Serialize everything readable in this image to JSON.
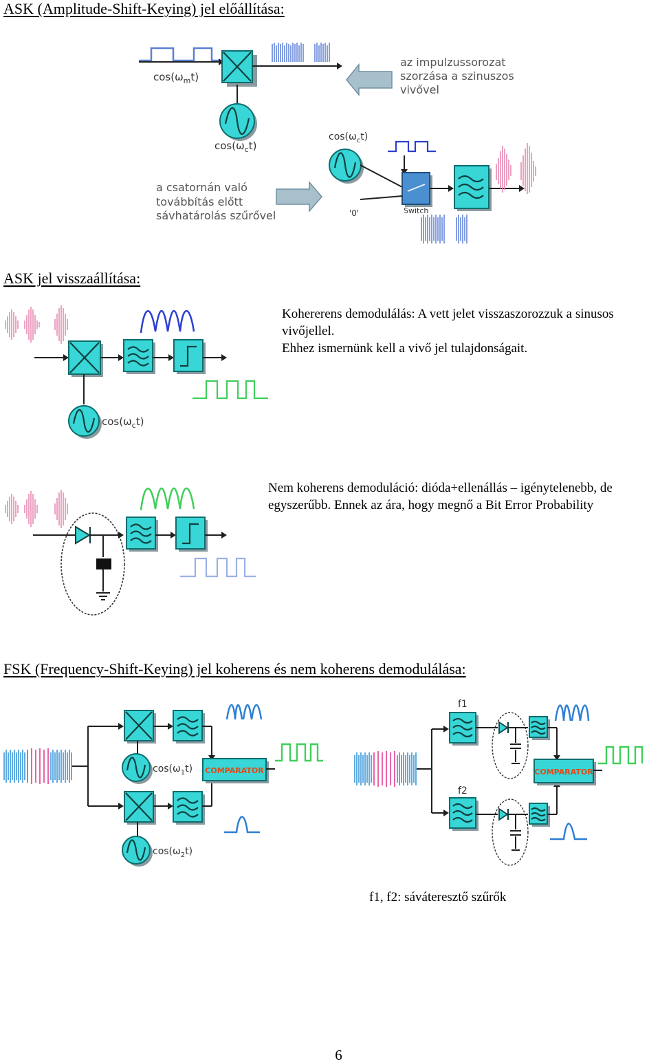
{
  "section_ask": {
    "title": "ASK (Amplitude-Shift-Keying) jel előállítása:",
    "fig1": {
      "label_mod": "cos(ω",
      "sub_mod": "m",
      "label_carrier": "cos(ω",
      "sub_carrier": "c",
      "label_t": "t)",
      "note_multiply": [
        "az impulzussorozat",
        "szorzása a szinuszos",
        "vivővel"
      ],
      "note_filter": [
        "a csatornán való",
        "továbbítás előtt",
        "sávhatárolás szűrővel"
      ],
      "label_zero": "'0'",
      "label_switch": "Switch"
    }
  },
  "section_recovery": {
    "title": "ASK jel visszaállítása:",
    "coherent_text": [
      "Kohererens demodulálás: A vett jelet visszaszorozzuk a sinusos",
      "vivőjellel.",
      "Ehhez ismernünk kell a vivő jel tulajdonságait."
    ],
    "noncoherent_text": [
      "Nem koherens demoduláció: dióda+ellenállás – igénytelenebb, de",
      "egyszerűbb. Ennek az ára, hogy megnő a Bit Error Probability"
    ]
  },
  "section_fsk": {
    "title": "FSK (Frequency-Shift-Keying) jel koherens és nem koherens demodulálása:",
    "comparator": "COMPARATOR",
    "label_f1": "f1",
    "label_f2": "f2",
    "cos1_sub": "1",
    "cos2_sub": "2",
    "caption": "f1, f2: sáváteresztő szűrők"
  },
  "page_number": "6",
  "colors": {
    "block_fill": "#38d6d6",
    "mod_signal": "#5b7fd6",
    "ask_signal": "#e88ab4",
    "demod_signal_blue": "#2c3fd0",
    "demod_signal_green": "#3fcf5a",
    "fsk_signal_blue": "#2f8fd6",
    "fsk_signal_magenta": "#e0308a"
  }
}
